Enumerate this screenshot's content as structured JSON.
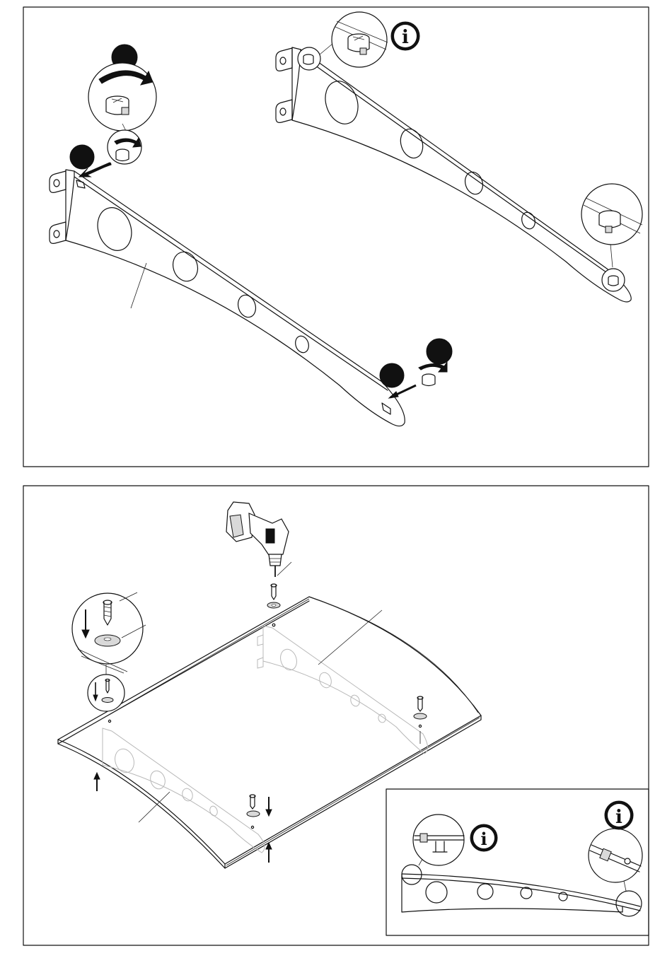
{
  "panels": [
    {
      "id": "step-bracket-fitting",
      "has_info_icon": true,
      "step_markers": 4
    },
    {
      "id": "step-panel-mounting",
      "has_info_icon": true,
      "tool": "cordless-drill-icon"
    }
  ],
  "icons": [
    "info-icon",
    "rotate-arrow-icon",
    "insert-arrow-icon",
    "cordless-drill-icon",
    "screw-icon",
    "washer-icon",
    "push-up-arrow-icon",
    "push-down-arrow-icon"
  ],
  "colors": {
    "line": "#111111",
    "background": "#ffffff",
    "faint": "#b8b8b8"
  }
}
